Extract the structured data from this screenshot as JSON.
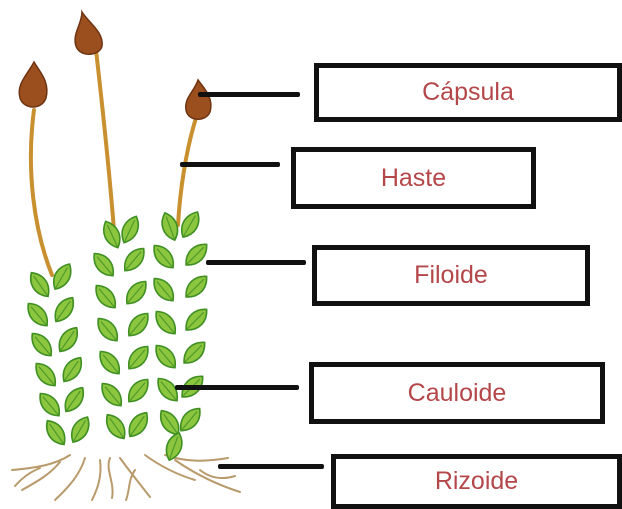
{
  "diagram": {
    "labels": [
      {
        "id": "capsula",
        "text": "Cápsula"
      },
      {
        "id": "haste",
        "text": "Haste"
      },
      {
        "id": "filoide",
        "text": "Filoide"
      },
      {
        "id": "cauloide",
        "text": "Cauloide"
      },
      {
        "id": "rizoide",
        "text": "Rizoide"
      }
    ]
  },
  "colors": {
    "label_text": "#b4474a",
    "box_border": "#111111",
    "leaf_light": "#8cc63f",
    "leaf_dark": "#3f8f22",
    "stalk": "#c8902e",
    "capsule": "#9b4f1e",
    "rhizoid": "#b99a6b"
  }
}
